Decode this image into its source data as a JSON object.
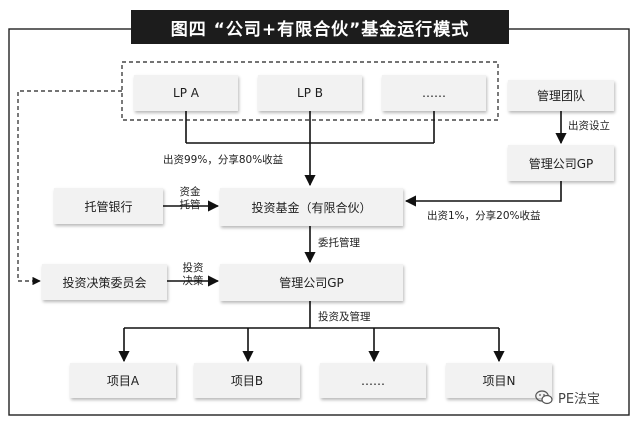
{
  "title": "图四 “公司+有限合伙”基金运行模式",
  "nodes": {
    "lp_a": "LP A",
    "lp_b": "LP B",
    "lp_more": "……",
    "mgmt_team": "管理团队",
    "mgmt_gp_top": "管理公司GP",
    "custodian": "托管银行",
    "fund": "投资基金（有限合伙）",
    "committee": "投资决策委员会",
    "mgmt_gp_mid": "管理公司GP",
    "project_a": "项目A",
    "project_b": "项目B",
    "project_more": "……",
    "project_n": "项目N"
  },
  "edges": {
    "lp_contribution": "出资99%，分享80%收益",
    "team_setup": "出资设立",
    "gp_contribution": "出资1%，分享20%收益",
    "custody_line1": "资金",
    "custody_line2": "托管",
    "entrusted_mgmt": "委托管理",
    "decision_line1": "投资",
    "decision_line2": "决策",
    "invest_mgmt": "投资及管理"
  },
  "watermark": "PE法宝"
}
